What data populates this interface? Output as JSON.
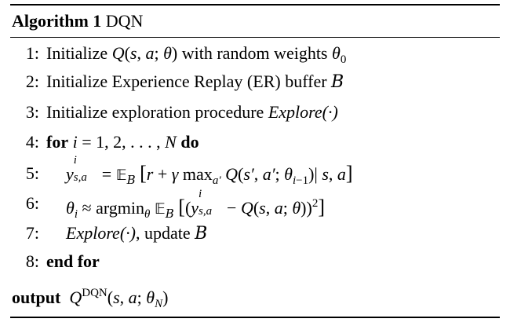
{
  "header": {
    "label": "Algorithm 1",
    "name": "DQN"
  },
  "lines": [
    {
      "number": "1:",
      "pre": "Initialize ",
      "post": " with random weights "
    },
    {
      "number": "2:",
      "text": "Initialize Experience Replay (ER) buffer "
    },
    {
      "number": "3:",
      "text": "Initialize exploration procedure ",
      "em": "Explore(·)"
    },
    {
      "number": "4:",
      "keyword_for": "for",
      "mid": ", . . . , ",
      "keyword_do": "do"
    },
    {
      "number": "5:"
    },
    {
      "number": "6:",
      "op": "argmin"
    },
    {
      "number": "7:",
      "em": "Explore(·)",
      "text": ", update "
    },
    {
      "number": "8:",
      "keyword": "end for"
    }
  ],
  "output": {
    "keyword": "output",
    "superscript": "DQN"
  }
}
